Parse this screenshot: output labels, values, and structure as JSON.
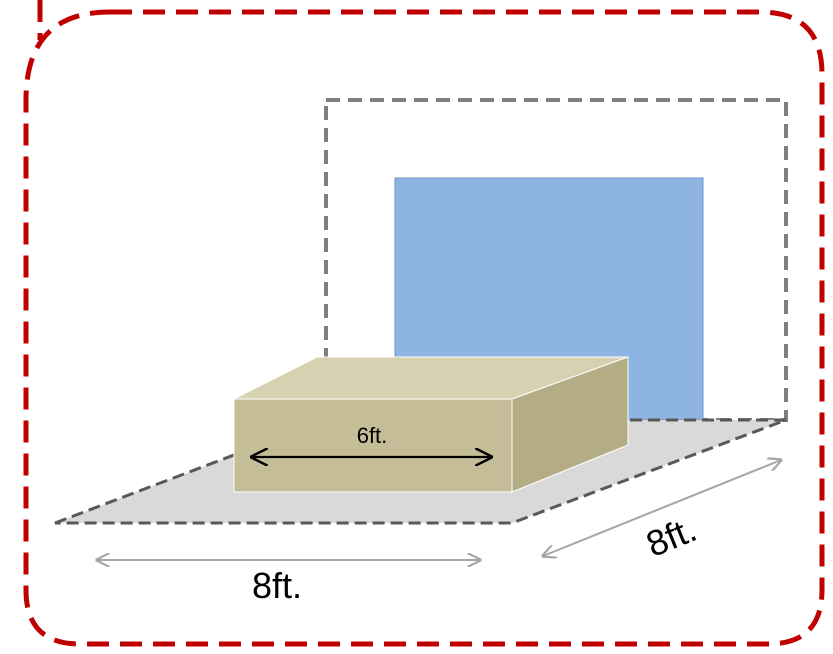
{
  "diagram": {
    "box_width_label": "6ft.",
    "floor_width_label": "8ft.",
    "floor_depth_label": "8ft."
  },
  "colors": {
    "border_red": "#c00000",
    "wall_outline_gray": "#7f7f7f",
    "floor_gray": "#d9d9d9",
    "floor_edge_gray": "#595959",
    "blue_panel": "#8eb4e3",
    "blue_panel_edge": "#6e93c4",
    "box_front": "#c4bd97",
    "box_top": "#d6d1b1",
    "box_side": "#b3ac85",
    "dim_gray": "#a6a6a6",
    "dim_black": "#000000"
  }
}
